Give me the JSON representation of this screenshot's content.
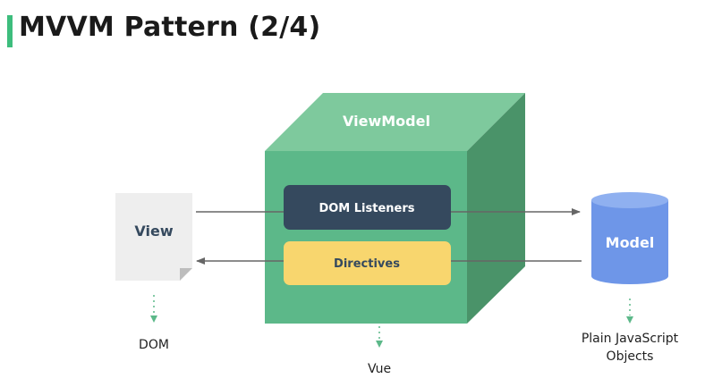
{
  "slide": {
    "title": "MVVM Pattern (2/4)"
  },
  "diagram": {
    "viewmodel_label": "ViewModel",
    "dom_listeners_label": "DOM Listeners",
    "directives_label": "Directives",
    "view_label": "View",
    "model_label": "Model",
    "view_caption": "DOM",
    "viewmodel_caption": "Vue",
    "model_caption_line1": "Plain JavaScript",
    "model_caption_line2": "Objects",
    "colors": {
      "accent_green": "#3dbd7d",
      "cube_front": "#5cb889",
      "cube_top": "#7ec99d",
      "cube_side": "#4a9369",
      "dom_listeners_fill": "#35495e",
      "directives_fill": "#f8d66e",
      "model_fill": "#6e96e8",
      "view_fill": "#eeeeee"
    }
  }
}
